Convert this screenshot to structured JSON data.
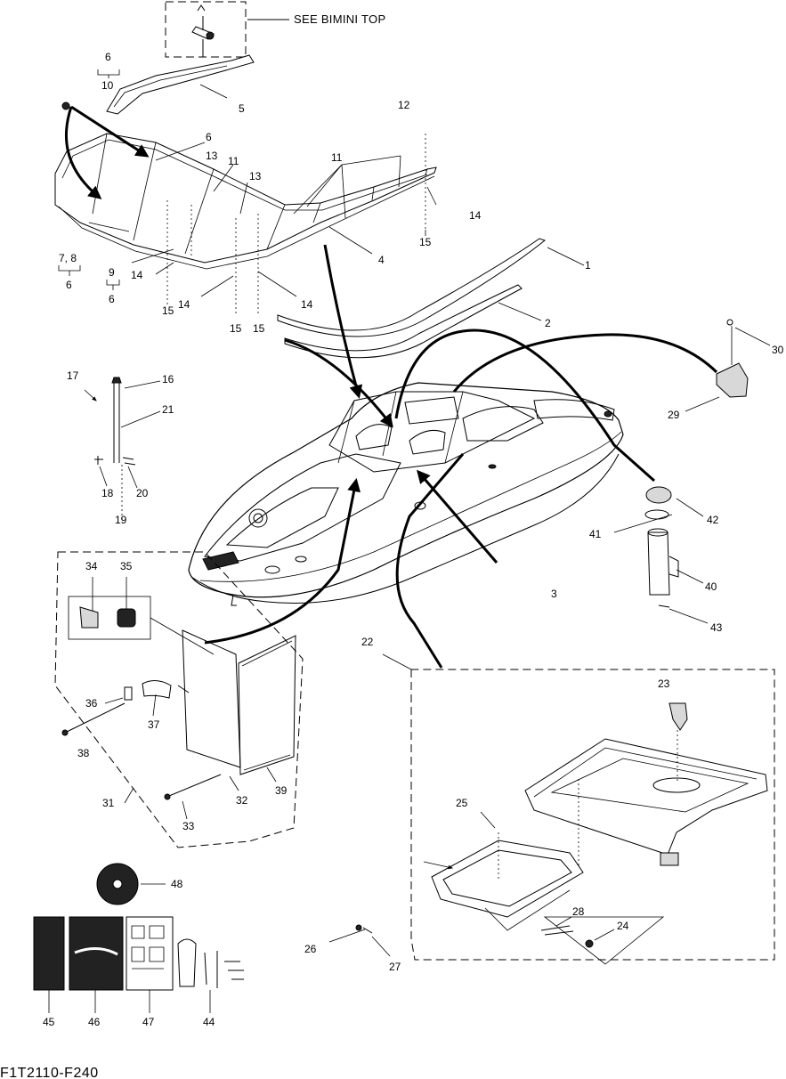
{
  "note_bimini": "SEE BIMINI TOP",
  "drawing_code": "F1T2110-F240",
  "callouts": {
    "c1": "1",
    "c2": "2",
    "c3": "3",
    "c4": "4",
    "c5": "5",
    "c6a": "6",
    "c6b": "6",
    "c6c": "6",
    "c6d": "6",
    "c7_8": "7, 8",
    "c9": "9",
    "c10": "10",
    "c11a": "11",
    "c11b": "11",
    "c12": "12",
    "c13a": "13",
    "c13b": "13",
    "c14a": "14",
    "c14b": "14",
    "c14c": "14",
    "c14d": "14",
    "c15a": "15",
    "c15b": "15",
    "c15c": "15",
    "c15d": "15",
    "c16": "16",
    "c17": "17",
    "c18": "18",
    "c19": "19",
    "c20": "20",
    "c21": "21",
    "c22": "22",
    "c23": "23",
    "c24": "24",
    "c25": "25",
    "c26": "26",
    "c27": "27",
    "c28": "28",
    "c29": "29",
    "c30": "30",
    "c31": "31",
    "c32": "32",
    "c33": "33",
    "c34": "34",
    "c35": "35",
    "c36": "36",
    "c37": "37",
    "c38": "38",
    "c39": "39",
    "c40": "40",
    "c41": "41",
    "c42": "42",
    "c43": "43",
    "c44": "44",
    "c45": "45",
    "c46": "46",
    "c47": "47",
    "c48": "48"
  }
}
